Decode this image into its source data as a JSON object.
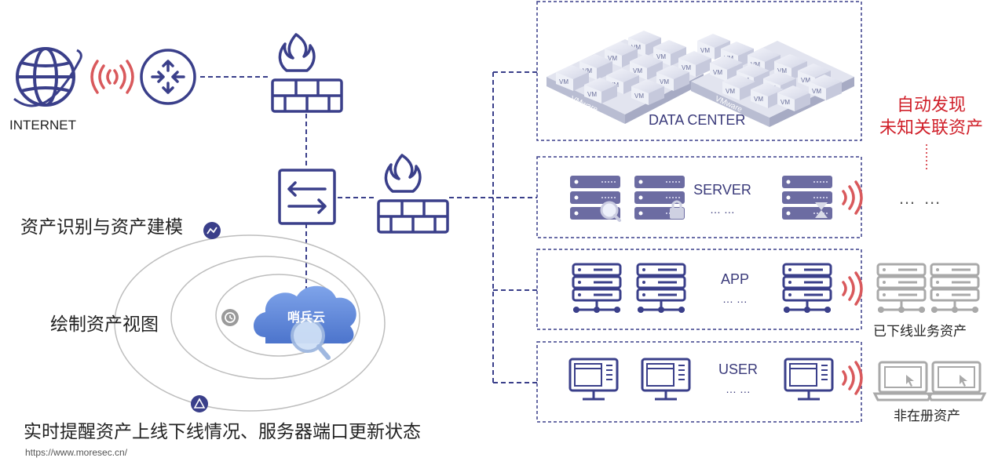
{
  "network": {
    "internet_label": "INTERNET",
    "cloud_label": "哨兵云"
  },
  "features": [
    "资产识别与资产建模",
    "绘制资产视图",
    "实时提醒资产上线下线情况、服务器端口更新状态"
  ],
  "zones": {
    "datacenter": {
      "label": "DATA CENTER",
      "vm_label": "VM",
      "vmware_label": "VMware"
    },
    "server": {
      "label": "SERVER",
      "more": "… …"
    },
    "app": {
      "label": "APP",
      "more": "… …"
    },
    "user": {
      "label": "USER",
      "more": "… …"
    }
  },
  "discovery": {
    "line1": "自动发现",
    "line2": "未知关联资产",
    "more": "… …",
    "offline_label": "已下线业务资产",
    "unregistered_label": "非在册资产"
  },
  "footer": {
    "url": "https://www.moresec.cn/"
  },
  "colors": {
    "navy": "#3a3f8a",
    "dash": "#3a3f8a",
    "red": "#d0202a",
    "gray": "#a9a9a9",
    "server_dark": "#6a6aa0",
    "cloud": "#5b86d8"
  }
}
